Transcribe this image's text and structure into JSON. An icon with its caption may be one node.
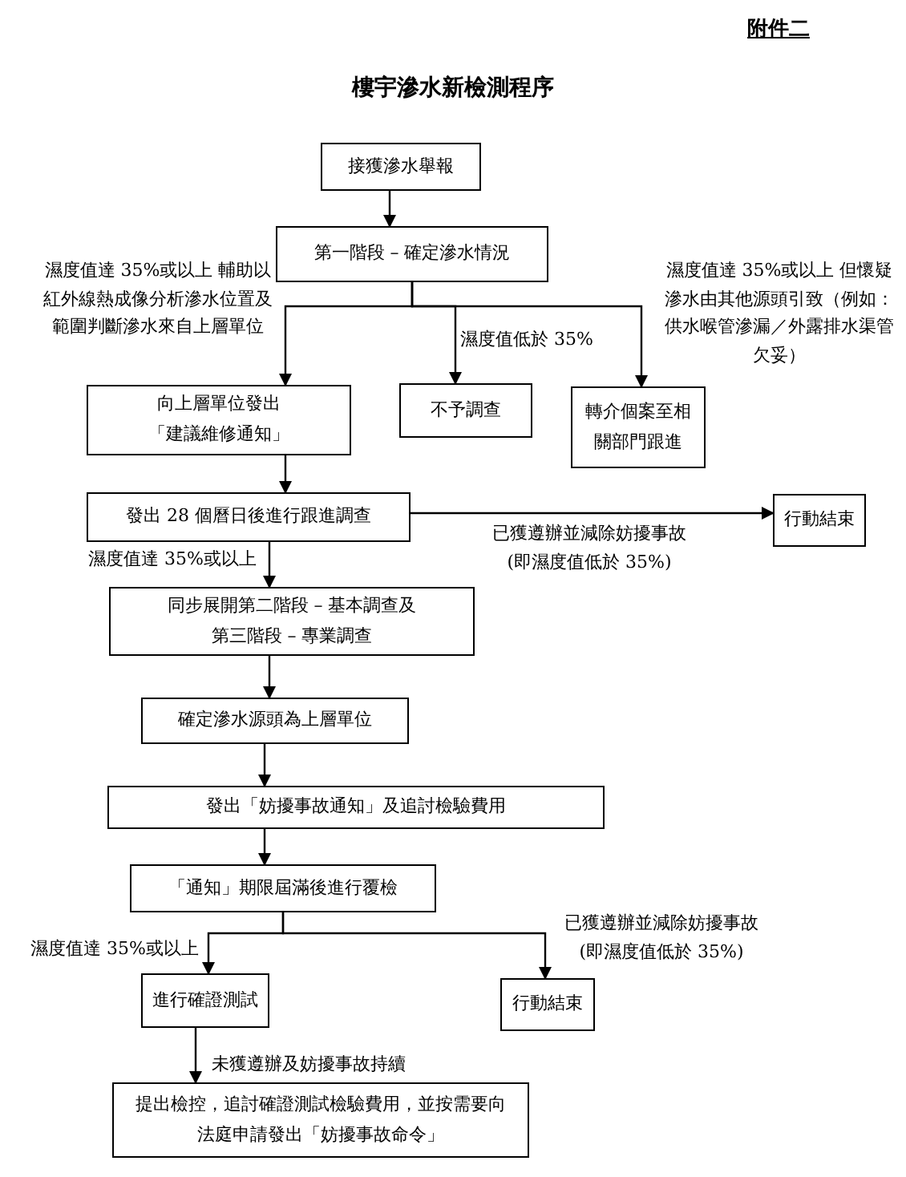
{
  "diagram": {
    "title": "樓宇滲水新檢測程序",
    "nodes": [
      {
        "text": [
          "接獲滲水舉報"
        ]
      },
      {
        "text": [
          "第一階段 – 確定滲水情況"
        ]
      },
      {
        "text": [
          "向上層單位發出「建議維修通知」"
        ]
      },
      {
        "text": [
          "不予調查"
        ]
      },
      {
        "text": [
          "轉介個案至相關部門跟進"
        ]
      },
      {
        "text": [
          "發出 28 個曆日後進行跟進調查"
        ]
      },
      {
        "text": [
          "行動結束"
        ]
      },
      {
        "text": [
          "同步展開第二階段 – 基本調查及第三階段 – 專業調查"
        ]
      },
      {
        "text": [
          "確定滲水源頭為上層單位"
        ]
      },
      {
        "text": [
          "發出「妨擾事故通知」及追討檢驗費用"
        ]
      },
      {
        "text": [
          "「通知」期限屆滿後進行覆檢"
        ]
      },
      {
        "text": [
          "進行確證測試"
        ]
      },
      {
        "text": [
          "行動結束"
        ]
      },
      {
        "text": [
          "提出檢控，追討確證測試檢驗費用，並按需要向法庭申請發出「妨擾事故命令」"
        ]
      }
    ],
    "edges": [
      {
        "from": 0,
        "to": 1,
        "arrow": "to"
      },
      {
        "from": 1,
        "to": 2,
        "arrow": "to",
        "label": "濕度值達 35%或以上 輔助以紅外線熱成像分析滲水位置及範圍判斷滲水來自上層單位"
      },
      {
        "from": 1,
        "to": 3,
        "arrow": "to",
        "label": "濕度值低於 35%"
      },
      {
        "from": 1,
        "to": 4,
        "arrow": "to",
        "label": "濕度值達 35%或以上 但懷疑滲水由其他源頭引致（例如：供水喉管滲漏／外露排水渠管欠妥）"
      },
      {
        "from": 2,
        "to": 5,
        "arrow": "to"
      },
      {
        "from": 5,
        "to": 6,
        "arrow": "to",
        "label": "已獲遵辦並減除妨擾事故 (即濕度值低於 35%)"
      },
      {
        "from": 5,
        "to": 7,
        "arrow": "to",
        "label": "濕度值達 35%或以上"
      },
      {
        "from": 7,
        "to": 8,
        "arrow": "to"
      },
      {
        "from": 8,
        "to": 9,
        "arrow": "to"
      },
      {
        "from": 9,
        "to": 10,
        "arrow": "to"
      },
      {
        "from": 10,
        "to": 11,
        "arrow": "to",
        "label": "濕度值達 35%或以上"
      },
      {
        "from": 10,
        "to": 12,
        "arrow": "to",
        "label": "已獲遵辦並減除妨擾事故 (即濕度值低於 35%)"
      },
      {
        "from": 11,
        "to": 13,
        "arrow": "to",
        "label": "未獲遵辦及妨擾事故持續"
      }
    ],
    "labels": [
      "附件二"
    ]
  }
}
